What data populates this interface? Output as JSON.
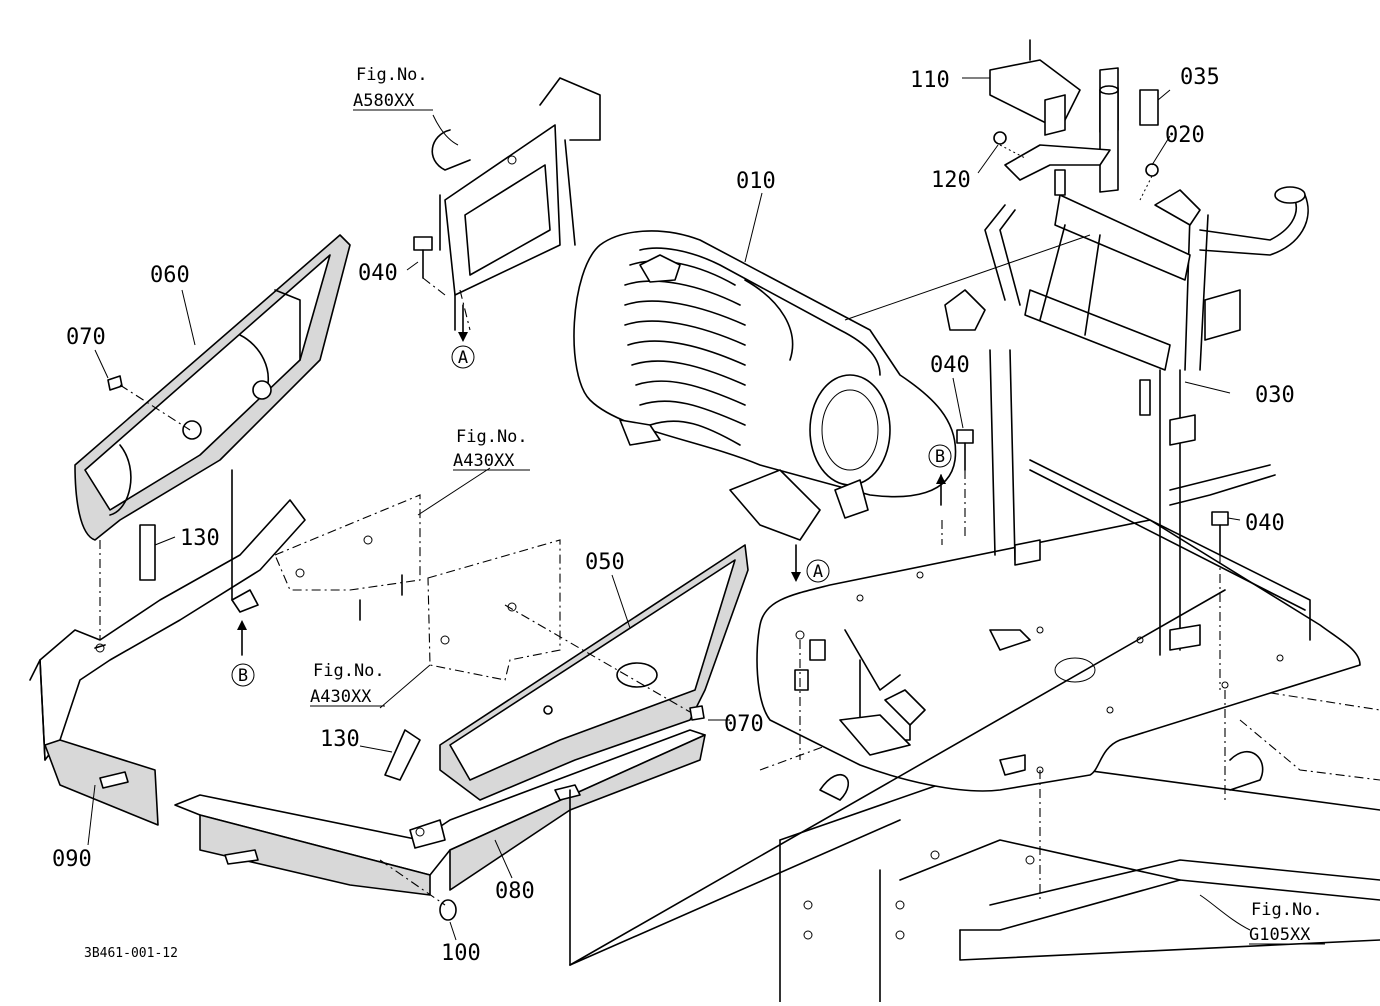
{
  "drawing_number": "3B461-001-12",
  "parts": {
    "p010": "010",
    "p020": "020",
    "p030": "030",
    "p035": "035",
    "p040a": "040",
    "p040b": "040",
    "p040c": "040",
    "p050": "050",
    "p060": "060",
    "p070a": "070",
    "p070b": "070",
    "p080": "080",
    "p090": "090",
    "p100": "100",
    "p110": "110",
    "p120": "120",
    "p130a": "130",
    "p130b": "130"
  },
  "figure_refs": {
    "a580": {
      "caption": "Fig.No.",
      "code": "A580XX"
    },
    "a430_top": {
      "caption": "Fig.No.",
      "code": "A430XX"
    },
    "a430_bottom": {
      "caption": "Fig.No.",
      "code": "A430XX"
    },
    "g105": {
      "caption": "Fig.No.",
      "code": "G105XX"
    }
  },
  "markers": {
    "a_top": "A",
    "a_right": "A",
    "b_left": "B",
    "b_right": "B"
  }
}
